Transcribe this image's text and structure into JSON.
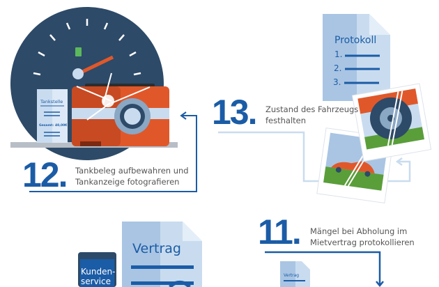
{
  "steps": [
    {
      "number": "12.",
      "line1": "Tankbeleg aufbewahren und",
      "line2": "Tankanzeige fotografieren"
    },
    {
      "number": "13.",
      "line1": "Zustand des Fahrzeugs",
      "line2": "festhalten"
    },
    {
      "number": "11.",
      "line1": "Mängel bei Abholung im",
      "line2": "Mietvertrag protokollieren"
    }
  ],
  "receipt": {
    "title": "Tankstelle",
    "total_label": "Gesamt:",
    "total_value": "40,00€"
  },
  "protocol": {
    "title": "Protokoll",
    "items": [
      "1.",
      "2.",
      "3."
    ]
  },
  "contract": {
    "title": "Vertrag"
  },
  "small_contract": {
    "title": "Vertrag"
  },
  "phone": {
    "line1": "Kunden-",
    "line2": "service"
  },
  "colors": {
    "blue": "#1b5ca6",
    "dark": "#2d4a68",
    "orange": "#e0582a",
    "light_blue": "#c9dcef"
  }
}
